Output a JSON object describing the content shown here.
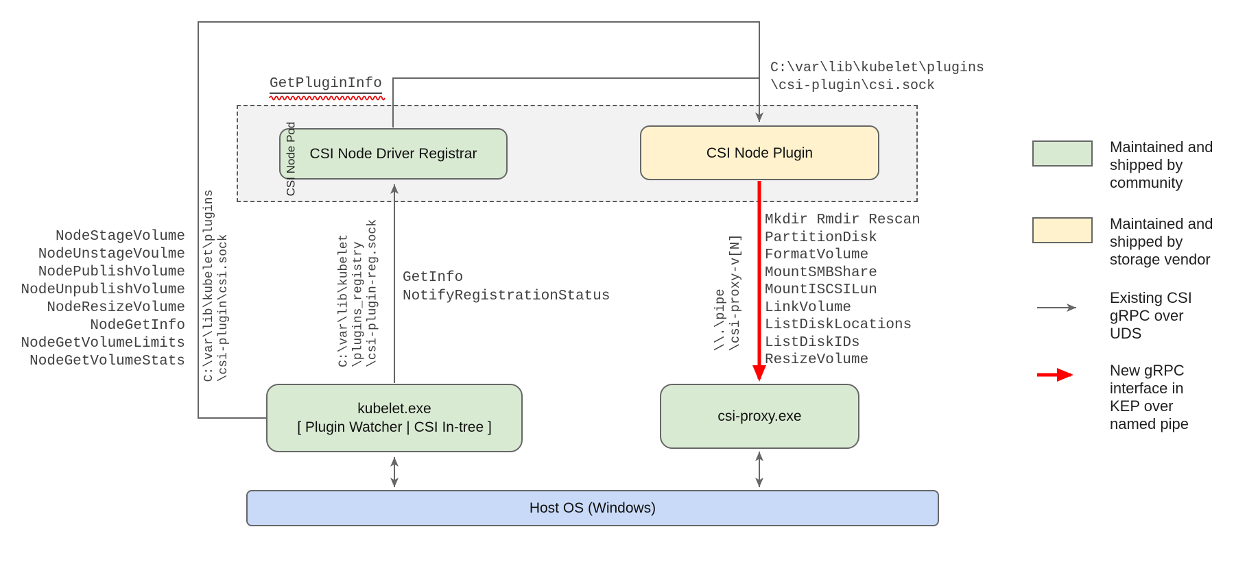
{
  "colors": {
    "community_green": "#d9ead3",
    "vendor_yellow": "#fff2cc",
    "host_blue": "#c9daf8",
    "pod_gray": "#f2f2f2",
    "line_gray": "#666666",
    "arrow_red": "#ff0000"
  },
  "pod": {
    "label": "CSI Node Pod"
  },
  "boxes": {
    "registrar": {
      "label": "CSI Node Driver Registrar"
    },
    "plugin": {
      "label": "CSI Node Plugin"
    },
    "kubelet": {
      "title": "kubelet.exe",
      "subtitle": "[ Plugin Watcher | CSI In-tree ]"
    },
    "csi_proxy": {
      "label": "csi-proxy.exe"
    },
    "host_os": {
      "label": "Host OS (Windows)"
    }
  },
  "annotations": {
    "get_plugin_info": "GetPluginInfo",
    "csi_sock_path": "C:\\var\\lib\\kubelet\\plugins\n\\csi-plugin\\csi.sock",
    "node_calls": [
      "NodeStageVolume",
      "NodeUnstageVoulme",
      "NodePublishVolume",
      "NodeUnpublishVolume",
      "NodeResizeVolume",
      "NodeGetInfo",
      "NodeGetVolumeLimits",
      "NodeGetVolumeStats"
    ],
    "uds_socket_lines": [
      "C:\\var\\lib\\kubelet\\plugins",
      "\\csi-plugin\\csi.sock"
    ],
    "registration_socket_lines": [
      "C:\\var\\lib\\kubelet",
      "\\plugins_registry",
      "\\csi-plugin-reg.sock"
    ],
    "registration_calls": [
      "GetInfo",
      "NotifyRegistrationStatus"
    ],
    "pipe_lines": [
      "\\\\.\\pipe",
      "\\csi-proxy-v[N]"
    ],
    "proxy_calls": [
      "Mkdir Rmdir Rescan",
      "PartitionDisk",
      "FormatVolume",
      "MountSMBShare",
      "MountISCSILun",
      "LinkVolume",
      "ListDiskLocations",
      "ListDiskIDs",
      "ResizeVolume"
    ]
  },
  "legend": {
    "community": "Maintained and\nshipped by\ncommunity",
    "vendor": "Maintained and\nshipped by\nstorage vendor",
    "uds_arrow": "Existing CSI\ngRPC over\nUDS",
    "pipe_arrow": "New gRPC\ninterface in\nKEP over\nnamed pipe"
  }
}
